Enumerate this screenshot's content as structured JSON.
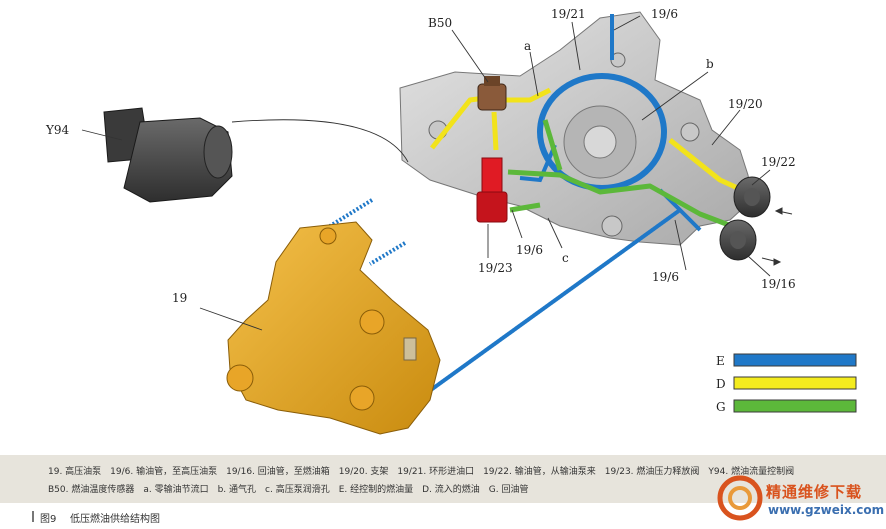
{
  "labels": {
    "b50": "B50",
    "l19_21": "19/21",
    "l19_6_top": "19/6",
    "a": "a",
    "b": "b",
    "l19_20": "19/20",
    "l19_22": "19/22",
    "y94": "Y94",
    "l19_23": "19/23",
    "l19_6_mid": "19/6",
    "c": "c",
    "l19_6_right": "19/6",
    "l19_16": "19/16",
    "l19": "19"
  },
  "legend": [
    {
      "key": "E",
      "color": "#1f78c8"
    },
    {
      "key": "D",
      "color": "#f4ec1e"
    },
    {
      "key": "G",
      "color": "#5cb83a"
    }
  ],
  "caption": {
    "line1": "19. 高压油泵　19/6. 输油管，至高压油泵　19/16. 回油管，至燃油箱　19/20. 支架　19/21. 环形进油口　19/22. 输油管，从输油泵来　19/23. 燃油压力释放阀　Y94. 燃油流量控制阀",
    "line2": "B50. 燃油温度传感器　a. 零输油节流口　b. 通气孔　c. 高压泵润滑孔　E. 经控制的燃油量　D. 流入的燃油　G. 回油管"
  },
  "figure": {
    "number": "图9",
    "title": "低压燃油供给结构图"
  },
  "watermark": {
    "title": "精通维修下载",
    "url": "www.gzweix.com"
  }
}
